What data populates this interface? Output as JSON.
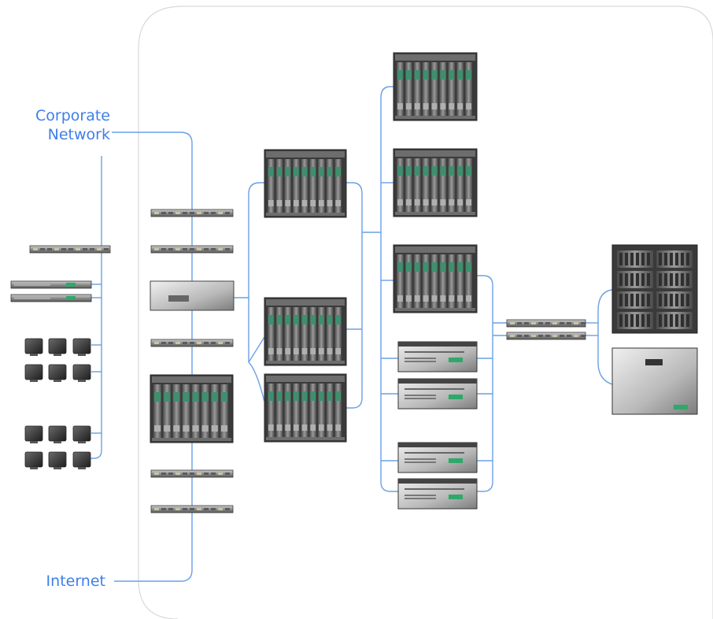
{
  "labels": {
    "corporate_line1": "Corporate",
    "corporate_line2": "Network",
    "internet": "Internet"
  },
  "colors": {
    "link": "#6aa0e6",
    "label": "#3d7fea",
    "frame": "#d9d9d9",
    "device_dark": "#3c3c3c",
    "device_mid": "#8a8a8a",
    "device_light": "#d4d4d4",
    "led_green": "#2fa86a"
  },
  "icons": {
    "monitor": "monitor-icon",
    "rack_switch": "rack-switch-icon",
    "blade_chassis": "blade-chassis-icon",
    "tower_server": "tower-server-icon",
    "storage_array": "storage-array-icon",
    "tape_library": "tape-library-icon",
    "firewall": "firewall-appliance-icon"
  }
}
